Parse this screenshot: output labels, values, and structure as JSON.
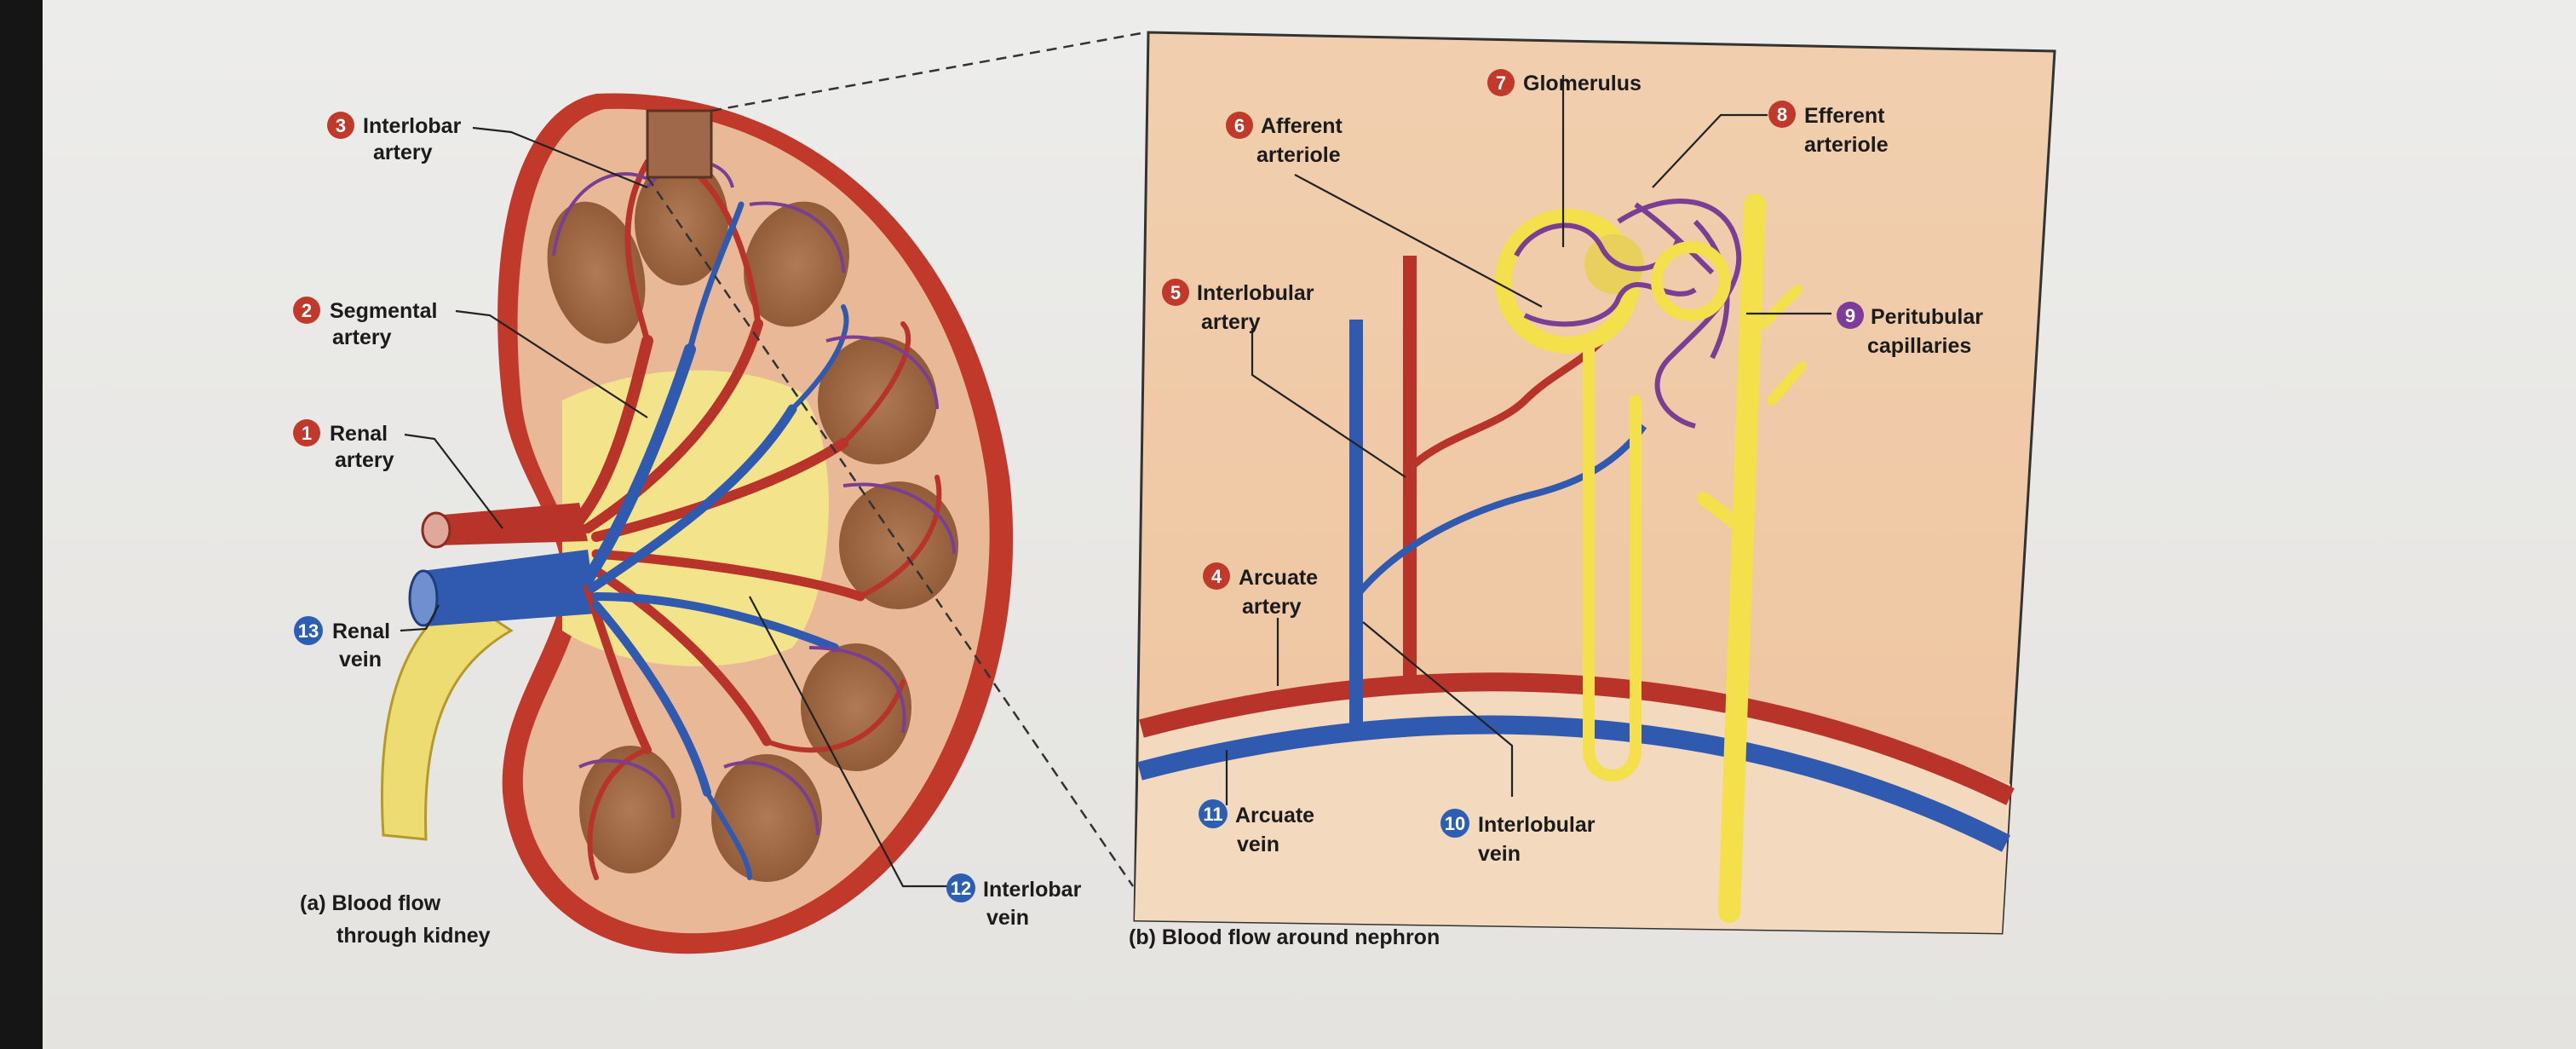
{
  "labels": {
    "l1": {
      "num": "1",
      "line1": "Renal",
      "line2": "artery"
    },
    "l2": {
      "num": "2",
      "line1": "Segmental",
      "line2": "artery"
    },
    "l3": {
      "num": "3",
      "line1": "Interlobar",
      "line2": "artery"
    },
    "l4": {
      "num": "4",
      "line1": "Arcuate",
      "line2": "artery"
    },
    "l5": {
      "num": "5",
      "line1": "Interlobular",
      "line2": "artery"
    },
    "l6": {
      "num": "6",
      "line1": "Afferent",
      "line2": "arteriole"
    },
    "l7": {
      "num": "7",
      "line1": "Glomerulus",
      "line2": ""
    },
    "l8": {
      "num": "8",
      "line1": "Efferent",
      "line2": "arteriole"
    },
    "l9": {
      "num": "9",
      "line1": "Peritubular",
      "line2": "capillaries"
    },
    "l10": {
      "num": "10",
      "line1": "Interlobular",
      "line2": "vein"
    },
    "l11": {
      "num": "11",
      "line1": "Arcuate",
      "line2": "vein"
    },
    "l12": {
      "num": "12",
      "line1": "Interlobar",
      "line2": "vein"
    },
    "l13": {
      "num": "13",
      "line1": "Renal",
      "line2": "vein"
    }
  },
  "captions": {
    "a_line1": "(a) Blood flow",
    "a_line2": "through kidney",
    "b": "(b) Blood flow around nephron"
  },
  "colors": {
    "artery": "#b8342a",
    "vein": "#2f5ab0",
    "capillary": "#7a3f93",
    "tubule": "#f3e04a",
    "tissue": "#efc9a6",
    "badge_artery": "#c0392b",
    "badge_vein": "#2c5fb3",
    "badge_capillary": "#7d3c98"
  }
}
